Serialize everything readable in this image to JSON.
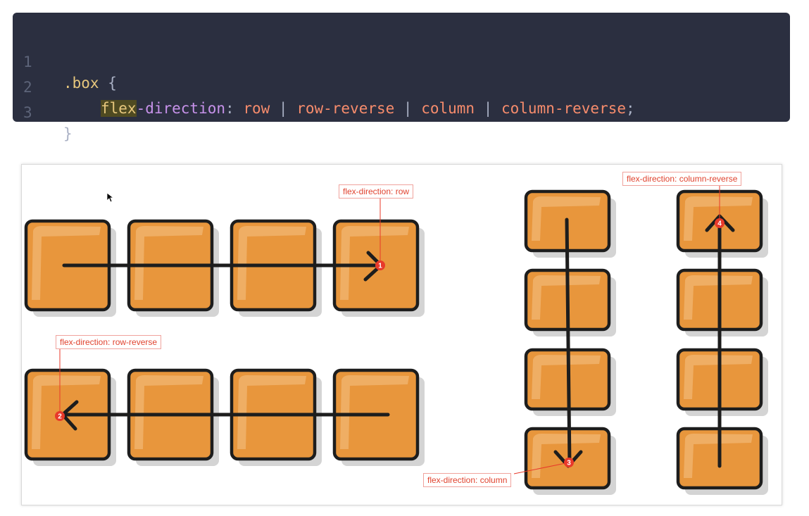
{
  "code": {
    "lines": [
      {
        "number": "1",
        "selector": ".box",
        "open_brace": " {"
      },
      {
        "number": "2",
        "property_highlight": "flex",
        "property_rest": "-direction",
        "colon": ": ",
        "values": [
          "row",
          "row-reverse",
          "column",
          "column-reverse"
        ],
        "separator": " | ",
        "terminator": ";"
      },
      {
        "number": "3",
        "close_brace": "}"
      }
    ]
  },
  "diagram": {
    "colors": {
      "box_fill": "#e8963c",
      "box_highlight": "#f2b672",
      "outline": "#1d1d1d",
      "shadow": "#d4d4d4",
      "accent": "#e8392a",
      "label_border": "#f0a39d"
    },
    "annotations": [
      {
        "number": "1",
        "label": "flex-direction: row"
      },
      {
        "number": "2",
        "label": "flex-direction: row-reverse"
      },
      {
        "number": "3",
        "label": "flex-direction: column"
      },
      {
        "number": "4",
        "label": "flex-direction: column-reverse"
      }
    ]
  }
}
